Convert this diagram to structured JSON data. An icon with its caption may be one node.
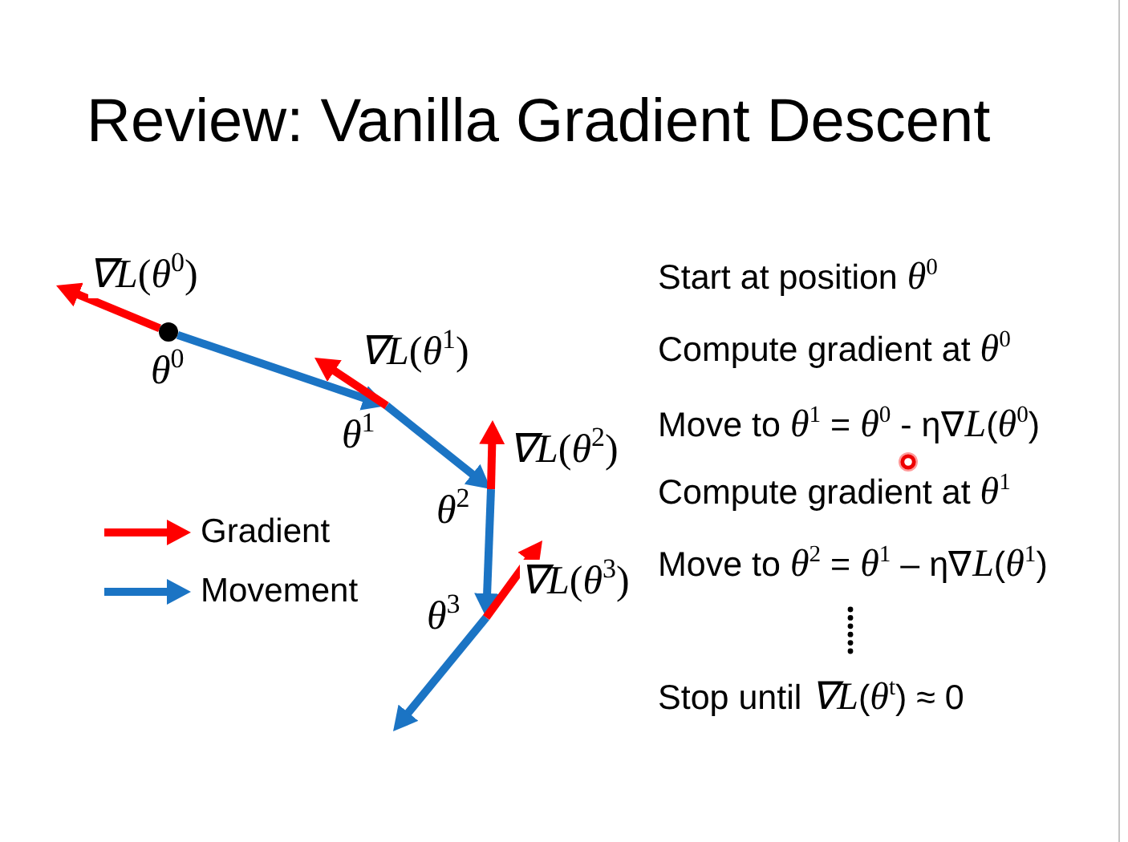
{
  "diagram": {
    "title": "Review: Vanilla Gradient Descent",
    "nodes": [
      {
        "text": [],
        "shape": "circle",
        "beside": [
          "*θ*$^{0}$"
        ]
      },
      {
        "text": [
          "*θ*$^{1}$"
        ]
      },
      {
        "text": [
          "*θ*$^{2}$"
        ]
      },
      {
        "text": [
          "*θ*$^{3}$"
        ]
      }
    ],
    "edges": [
      {
        "from": 0,
        "to": 1,
        "arrow": "to"
      },
      {
        "from": 1,
        "to": 2,
        "arrow": "to"
      },
      {
        "from": 2,
        "to": 3,
        "arrow": "to"
      },
      {
        "from": 3,
        "to": null,
        "arrow": "to"
      },
      {
        "from": 0,
        "to": null,
        "arrow": "to",
        "label": "*∇L*(*θ*$^{0}$)",
        "color": "#ff0000"
      },
      {
        "from": 1,
        "to": null,
        "arrow": "to",
        "label": "*∇L*(*θ*$^{1}$)",
        "color": "#ff0000"
      },
      {
        "from": 2,
        "to": null,
        "arrow": "to",
        "label": "*∇L*(*θ*$^{2}$)",
        "color": "#ff0000"
      },
      {
        "from": 3,
        "to": null,
        "arrow": "to",
        "label": "*∇L*(*θ*$^{3}$)",
        "color": "#ff0000"
      }
    ],
    "labels": [
      "Start at position *θ*$^{0}$",
      "Compute gradient at *θ*$^{0}$",
      "Move to *θ*$^{1}$ = *θ*$^{0}$ - η∇*L*(*θ*$^{0}$)",
      "Compute gradient at *θ*$^{1}$",
      "Move to *θ*$^{2}$ = *θ*$^{1}$ – η∇*L*(*θ*$^{1}$)",
      "Stop until *∇L*(*θ*$^{t}$) ≈ 0"
    ],
    "legend": [
      {
        "text": "Gradient"
      },
      {
        "text": "Movement"
      }
    ]
  }
}
